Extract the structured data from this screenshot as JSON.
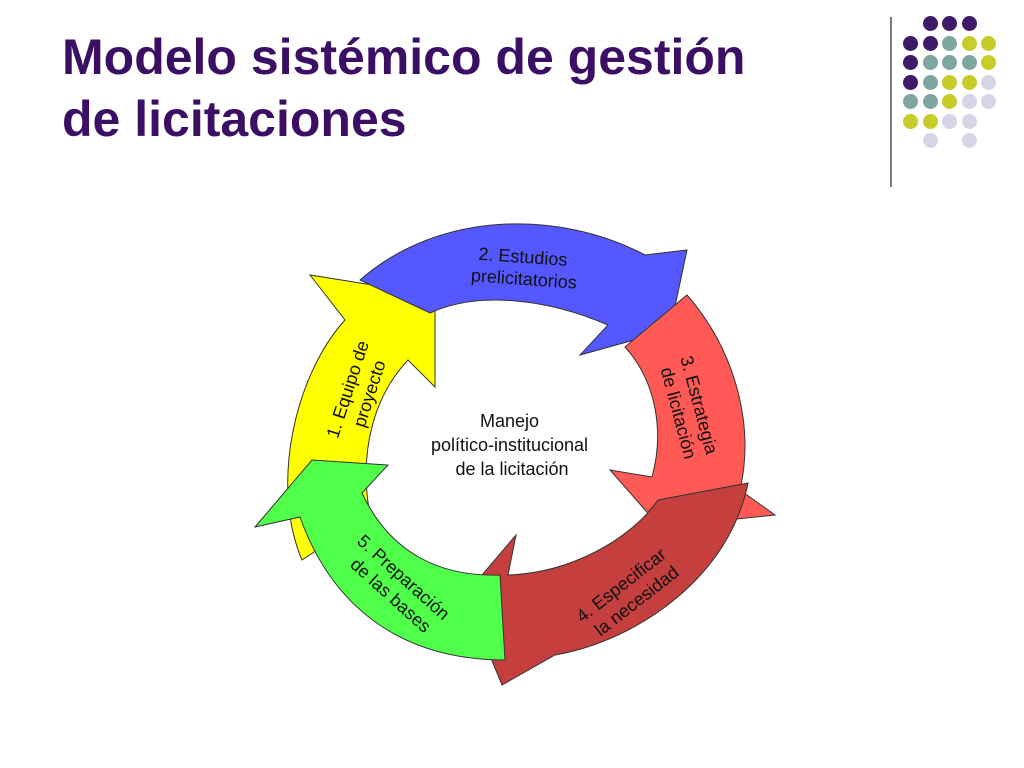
{
  "slide": {
    "title_line1": "Modelo sistémico de gestión",
    "title_line2": "de licitaciones"
  },
  "diagram": {
    "center": {
      "line1": "Manejo",
      "line2": "político-institucional",
      "line3": "de la licitación"
    },
    "stages": [
      {
        "line1": "1. Equipo de",
        "line2": "proyecto",
        "color": "#ffff00"
      },
      {
        "line1": "2. Estudios",
        "line2": "prelicitatorios",
        "color": "#5558ff"
      },
      {
        "line1": "3. Estrategia",
        "line2": "de licitación",
        "color": "#ff5a55"
      },
      {
        "line1": "4. Especificar",
        "line2": "la necesidad",
        "color": "#c43f3d"
      },
      {
        "line1": "5. Preparación",
        "line2": "de las bases",
        "color": "#4fff4a"
      }
    ]
  },
  "decoration": {
    "dot_colors": {
      "purple": "#3e1a67",
      "teal": "#7fa6a1",
      "olive": "#c8cc2a",
      "lavender": "#d5d5e6"
    }
  }
}
